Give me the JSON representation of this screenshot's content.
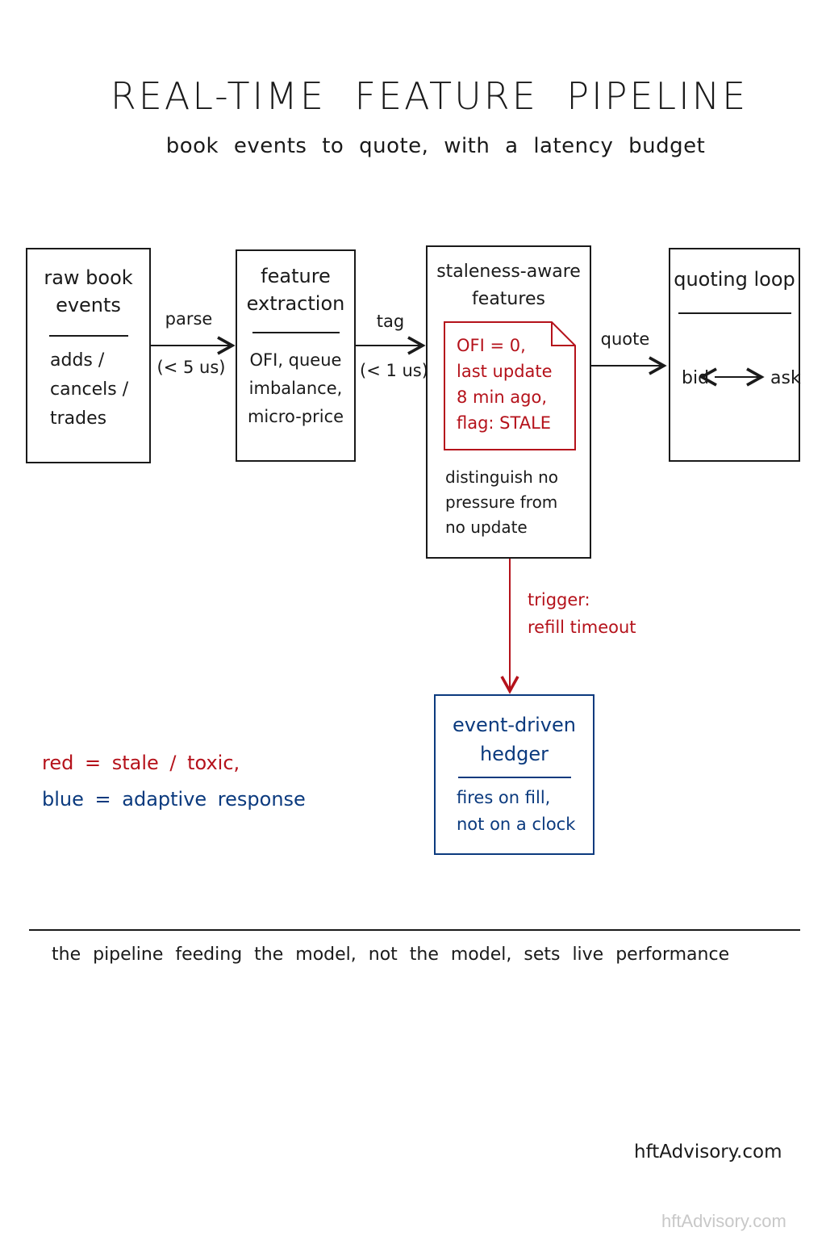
{
  "title": "REAL-TIME FEATURE PIPELINE",
  "subtitle": "book events to quote, with a latency budget",
  "nodes": {
    "raw_book": {
      "title_lines": [
        "raw book",
        "events"
      ],
      "body_lines": [
        "adds /",
        "cancels /",
        "trades"
      ]
    },
    "feature_extraction": {
      "title_lines": [
        "feature",
        "extraction"
      ],
      "body_lines": [
        "OFI, queue",
        "imbalance,",
        "micro-price"
      ]
    },
    "staleness": {
      "title_lines": [
        "staleness-aware",
        "features"
      ],
      "stale_note_lines": [
        "OFI = 0,",
        "last update",
        "8 min ago,",
        "flag: STALE"
      ],
      "body_lines": [
        "distinguish no",
        "pressure from",
        "no update"
      ]
    },
    "quoting": {
      "title": "quoting loop",
      "bid": "bid",
      "ask": "ask"
    },
    "hedger": {
      "title_lines": [
        "event-driven",
        "hedger"
      ],
      "body_lines": [
        "fires on fill,",
        "not on a clock"
      ]
    }
  },
  "edges": {
    "parse": {
      "label": "parse",
      "latency": "(< 5 us)"
    },
    "tag": {
      "label": "tag",
      "latency": "(< 1 us)"
    },
    "quote": {
      "label": "quote"
    },
    "trigger": {
      "line1": "trigger:",
      "line2": "refill timeout"
    }
  },
  "legend": {
    "red": "red = stale / toxic,",
    "blue": "blue = adaptive response"
  },
  "colors": {
    "stale": "#b5121b",
    "adaptive": "#0b3a7e",
    "ink": "#1a1a1a"
  },
  "footer": "the pipeline feeding the model, not the model, sets live performance",
  "site": "hftAdvisory.com",
  "watermark": "hftAdvisory.com"
}
